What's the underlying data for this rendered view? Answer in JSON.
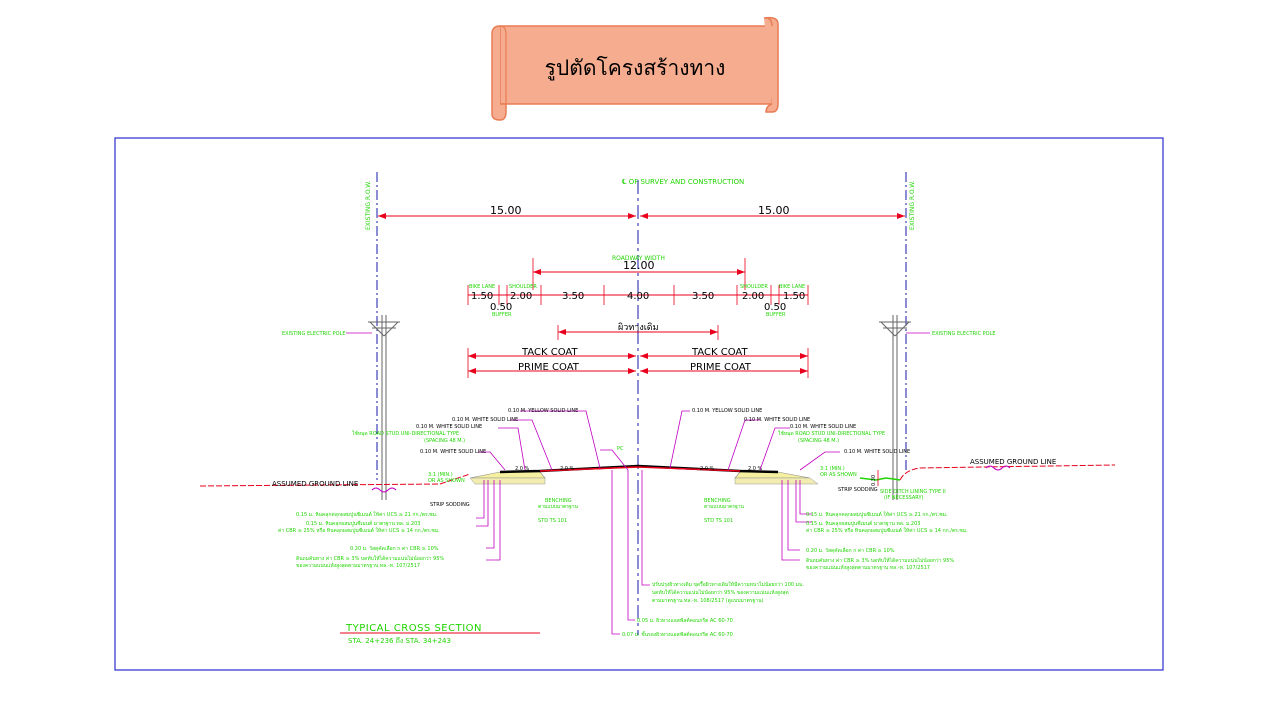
{
  "slide": {
    "title": "รูปตัดโครงสร้างทาง"
  },
  "drawing": {
    "centerline_label": "℄ OF SURVEY AND CONSTRUCTION",
    "row_left_label": "EXISTING R.O.W.",
    "row_right_label": "EXISTING R.O.W.",
    "half_width_left": "15.00",
    "half_width_right": "15.00",
    "roadway_width_label": "ROADWAY WIDTH",
    "roadway_width": "12.00",
    "bike_lane_label": "BIKE LANE",
    "shoulder_label": "SHOULDER",
    "buffer_label": "BUFFER",
    "lanes": [
      "1.50",
      "2.00",
      "3.50",
      "4.00",
      "3.50",
      "2.00",
      "1.50"
    ],
    "buffer_width": "0.50",
    "existing_road_label": "ผิวทางเดิม",
    "tack_coat": "TACK COAT",
    "prime_coat": "PRIME COAT",
    "electric_pole_label": "EXISTING ELECTRIC POLE",
    "yellow_line": "0.10 M. YELLOW SOLID LINE",
    "white_line": "0.10 M. WHITE SOLID LINE",
    "road_stud": "ใช้หมุด ROAD STUD UNI-DIRECTIONAL TYPE",
    "stud_spacing": "(SPACING 48 M.)",
    "ground_line": "ASSUMED GROUND LINE",
    "strip_sodding": "STRIP SODDING",
    "benching": "BENCHING",
    "benching_sub": "ตามแบบมาตรฐาน",
    "benching_std": "STD TS 101",
    "slope_label": "3:1 (MIN.)",
    "slope_sub": "OR AS SHOWN",
    "crown_left": "2.0 %",
    "crown_right": "2.0 %",
    "pc_label": "PC",
    "side_ditch": "SIDE DITCH LINING TYPE II",
    "side_ditch_sub": "(IF NECESSARY)",
    "ditch_depth": "0.30",
    "left_notes": [
      "0.15 ม. หินคลุกคลุกผสมปูนซีเมนต์ ให้ค่า UCS ≥ 21 กก./ตร.ซม.",
      "0.15 ม. หินคลุกผสมปูนซีเมนต์ มาตรฐาน ทล. ม.203",
      "ค่า CBR ≥ 25% หรือ หินคลุกผสมปูนซีเมนต์ ให้ค่า UCS ≥ 14 กก./ตร.ซม.",
      "0.20 ม. วัสดุคัดเลือก ก ค่า CBR ≥ 10%",
      "ดินถมคันทาง ค่า CBR ≥ 3% บดทับให้ได้ความแน่นไม่น้อยกว่า 95%",
      "ของความแน่นแห้งสูงสุดตามมาตรฐาน ทล.-ท. 107/2517"
    ],
    "right_notes": [
      "0.15 ม. หินคลุกคลุกผสมปูนซีเมนต์ ให้ค่า UCS ≥ 21 กก./ตร.ซม.",
      "0.15 ม. หินคลุกผสมปูนซีเมนต์ มาตรฐาน ทล. ม.203",
      "ค่า CBR ≥ 25% หรือ หินคลุกผสมปูนซีเมนต์ ให้ค่า UCS ≥ 14 กก./ตร.ซม.",
      "0.20 ม. วัสดุคัดเลือก ก ค่า CBR ≥ 10%",
      "ดินถมคันทาง ค่า CBR ≥ 3% บดทับให้ได้ความแน่นไม่น้อยกว่า 95%",
      "ของความแน่นแห้งสูงสุดตามมาตรฐาน ทล.-ท. 107/2517"
    ],
    "center_notes": [
      "ปรับปรุงผิวทางเดิม ขุดรื้อผิวทางเดิมให้มีความหนาไม่น้อยกว่า 100 มม.",
      "บดทับให้ได้ความแน่นไม่น้อยกว่า 95% ของความแน่นแห้งสูงสุด",
      "ตามมาตรฐาน ทล.-ท. 108/2517 (ดูแบบมาตรฐาน)",
      "0.05 ม. ผิวทางแอสฟัลต์คอนกรีต AC 60-70",
      "0.07 ม. ชั้นรองผิวทางแอสฟัลต์คอนกรีต AC 60-70"
    ],
    "section_title": "TYPICAL CROSS SECTION",
    "station_range": "STA. 24+236 ถึง STA. 34+243"
  },
  "colors": {
    "frame": "#2b2bcf",
    "dimension": "#e8001c",
    "annotation": "#1fd400",
    "leader": "#c000c0",
    "centerline": "#1a1aa8",
    "banner_fill": "#f6ad8f",
    "banner_edge": "#e87d55"
  }
}
